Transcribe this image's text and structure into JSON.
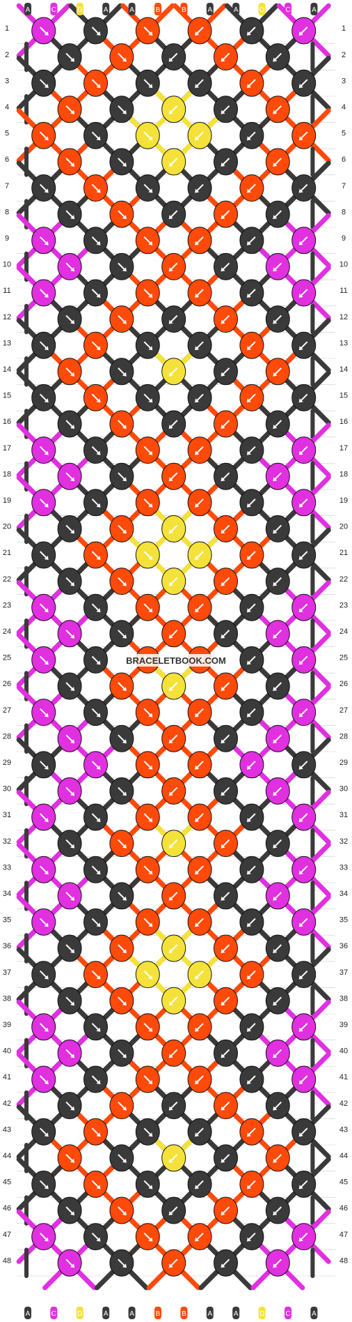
{
  "watermark": "BRACELETBOOK.COM",
  "top_strands": [
    "A",
    "C",
    "D",
    "A",
    "A",
    "B",
    "B",
    "A",
    "A",
    "D",
    "C",
    "A"
  ],
  "bottom_strands": [
    "A",
    "C",
    "D",
    "A",
    "A",
    "B",
    "B",
    "A",
    "A",
    "D",
    "C",
    "A"
  ],
  "colors": {
    "A": "#3a3a3a",
    "B": "#ff4a0a",
    "C": "#e030e0",
    "D": "#f4e23a",
    "grid_line": "#cccccc",
    "outline": "#111111",
    "arrow": "#ffffff"
  },
  "row_count": 48,
  "row_labels": [
    "1",
    "2",
    "3",
    "4",
    "5",
    "6",
    "7",
    "8",
    "9",
    "10",
    "11",
    "12",
    "13",
    "14",
    "15",
    "16",
    "17",
    "18",
    "19",
    "20",
    "21",
    "22",
    "23",
    "24",
    "25",
    "26",
    "27",
    "28",
    "29",
    "30",
    "31",
    "32",
    "33",
    "34",
    "35",
    "36",
    "37",
    "38",
    "39",
    "40",
    "41",
    "42",
    "43",
    "44",
    "45",
    "46",
    "47",
    "48"
  ],
  "knot_rows": [
    [
      "C",
      "A",
      "B",
      "B",
      "A",
      "C"
    ],
    [
      "A",
      "B",
      "A",
      "B",
      "A"
    ],
    [
      "A",
      "B",
      "A",
      "A",
      "B",
      "A"
    ],
    [
      "B",
      "A",
      "D",
      "A",
      "B"
    ],
    [
      "B",
      "A",
      "D",
      "D",
      "A",
      "B"
    ],
    [
      "B",
      "A",
      "D",
      "A",
      "B"
    ],
    [
      "A",
      "B",
      "A",
      "A",
      "B",
      "A"
    ],
    [
      "A",
      "B",
      "A",
      "B",
      "A"
    ],
    [
      "C",
      "A",
      "B",
      "B",
      "A",
      "C"
    ],
    [
      "C",
      "A",
      "B",
      "A",
      "C"
    ],
    [
      "C",
      "A",
      "B",
      "B",
      "A",
      "C"
    ],
    [
      "A",
      "B",
      "A",
      "B",
      "A"
    ],
    [
      "A",
      "B",
      "A",
      "A",
      "B",
      "A"
    ],
    [
      "B",
      "A",
      "D",
      "A",
      "B"
    ],
    [
      "A",
      "B",
      "A",
      "A",
      "B",
      "A"
    ],
    [
      "A",
      "B",
      "A",
      "B",
      "A"
    ],
    [
      "C",
      "A",
      "B",
      "B",
      "A",
      "C"
    ],
    [
      "C",
      "A",
      "B",
      "A",
      "C"
    ],
    [
      "C",
      "A",
      "B",
      "B",
      "A",
      "C"
    ],
    [
      "A",
      "B",
      "D",
      "B",
      "A"
    ],
    [
      "A",
      "B",
      "D",
      "D",
      "B",
      "A"
    ],
    [
      "A",
      "B",
      "D",
      "B",
      "A"
    ],
    [
      "C",
      "A",
      "B",
      "B",
      "A",
      "C"
    ],
    [
      "C",
      "A",
      "B",
      "A",
      "C"
    ],
    [
      "C",
      "A",
      "B",
      "B",
      "A",
      "C"
    ],
    [
      "A",
      "B",
      "D",
      "B",
      "A"
    ],
    [
      "C",
      "A",
      "B",
      "B",
      "A",
      "C"
    ],
    [
      "C",
      "A",
      "B",
      "A",
      "C"
    ],
    [
      "A",
      "C",
      "B",
      "B",
      "C",
      "A"
    ],
    [
      "C",
      "A",
      "B",
      "A",
      "C"
    ],
    [
      "C",
      "A",
      "B",
      "B",
      "A",
      "C"
    ],
    [
      "A",
      "B",
      "D",
      "B",
      "A"
    ],
    [
      "C",
      "A",
      "B",
      "B",
      "A",
      "C"
    ],
    [
      "C",
      "A",
      "B",
      "A",
      "C"
    ],
    [
      "C",
      "A",
      "B",
      "B",
      "A",
      "C"
    ],
    [
      "A",
      "B",
      "D",
      "B",
      "A"
    ],
    [
      "A",
      "B",
      "D",
      "D",
      "B",
      "A"
    ],
    [
      "A",
      "B",
      "D",
      "B",
      "A"
    ],
    [
      "C",
      "A",
      "B",
      "B",
      "A",
      "C"
    ],
    [
      "C",
      "A",
      "B",
      "A",
      "C"
    ],
    [
      "C",
      "A",
      "B",
      "B",
      "A",
      "C"
    ],
    [
      "A",
      "B",
      "A",
      "B",
      "A"
    ],
    [
      "A",
      "B",
      "A",
      "A",
      "B",
      "A"
    ],
    [
      "B",
      "A",
      "D",
      "A",
      "B"
    ],
    [
      "A",
      "B",
      "A",
      "A",
      "B",
      "A"
    ],
    [
      "A",
      "B",
      "A",
      "B",
      "A"
    ],
    [
      "C",
      "A",
      "B",
      "B",
      "A",
      "C"
    ],
    [
      "C",
      "A",
      "B",
      "A",
      "C"
    ]
  ]
}
